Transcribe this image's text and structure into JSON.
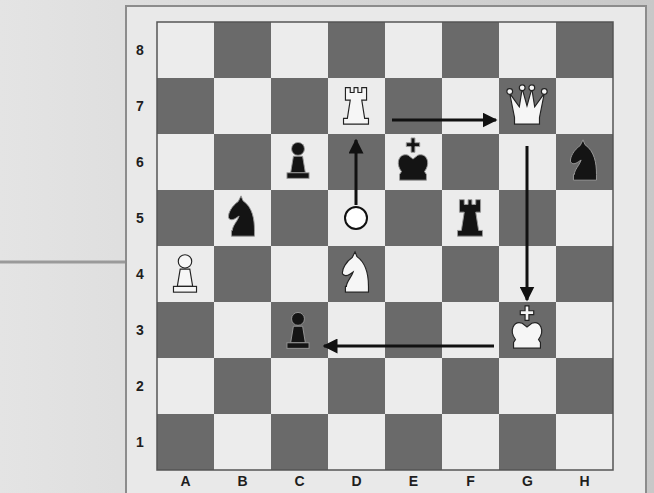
{
  "diagram": {
    "labels": [
      "8",
      "7",
      "6",
      "5",
      "4",
      "3",
      "2",
      "1",
      "A",
      "B",
      "C",
      "D",
      "E",
      "F",
      "G",
      "H"
    ]
  }
}
